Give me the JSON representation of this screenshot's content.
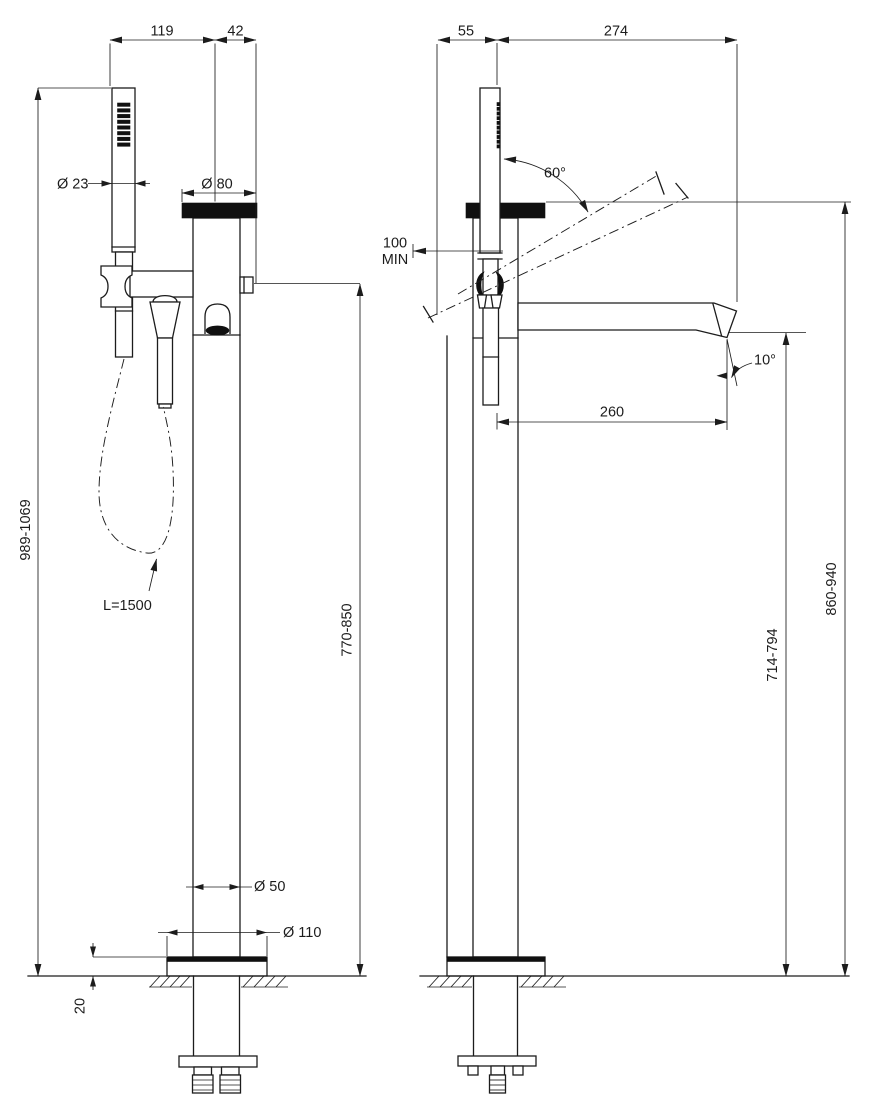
{
  "front_view": {
    "dim_hand_to_column": "119",
    "dim_column_to_handle": "42",
    "dim_handshower_diameter": "Ø 23",
    "dim_cap_diameter": "Ø 80",
    "dim_overall_height": "989-1069",
    "dim_hose_length": "L=1500",
    "dim_outlet_height": "770-850",
    "dim_column_diameter": "Ø 50",
    "dim_base_diameter": "Ø 110",
    "dim_base_plate_height": "20"
  },
  "side_view": {
    "dim_rear_offset": "55",
    "dim_front_extent": "274",
    "dim_handshower_swivel_angle": "60°",
    "dim_wall_clearance": "100",
    "dim_wall_clearance_qualifier": "MIN",
    "dim_spout_reach": "260",
    "dim_spout_tilt_angle": "10°",
    "dim_spout_underside_height": "714-794",
    "dim_top_height": "860-940"
  }
}
